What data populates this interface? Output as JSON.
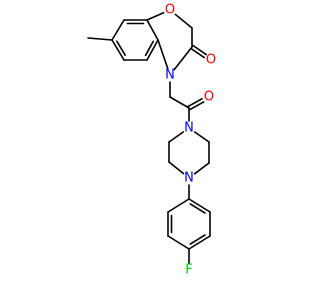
{
  "diagram": {
    "type": "chemical-structure",
    "bond_color": "#000000",
    "atoms": [
      {
        "id": "O1",
        "text": "O",
        "color": "#ff0000"
      },
      {
        "id": "N1",
        "text": "N",
        "color": "#0000ff"
      },
      {
        "id": "O2",
        "text": "O",
        "color": "#ff0000"
      },
      {
        "id": "O3",
        "text": "O",
        "color": "#ff0000"
      },
      {
        "id": "N2",
        "text": "N",
        "color": "#0000ff"
      },
      {
        "id": "N3",
        "text": "N",
        "color": "#0000ff"
      },
      {
        "id": "F1",
        "text": "F",
        "color": "#00cc00"
      }
    ]
  }
}
